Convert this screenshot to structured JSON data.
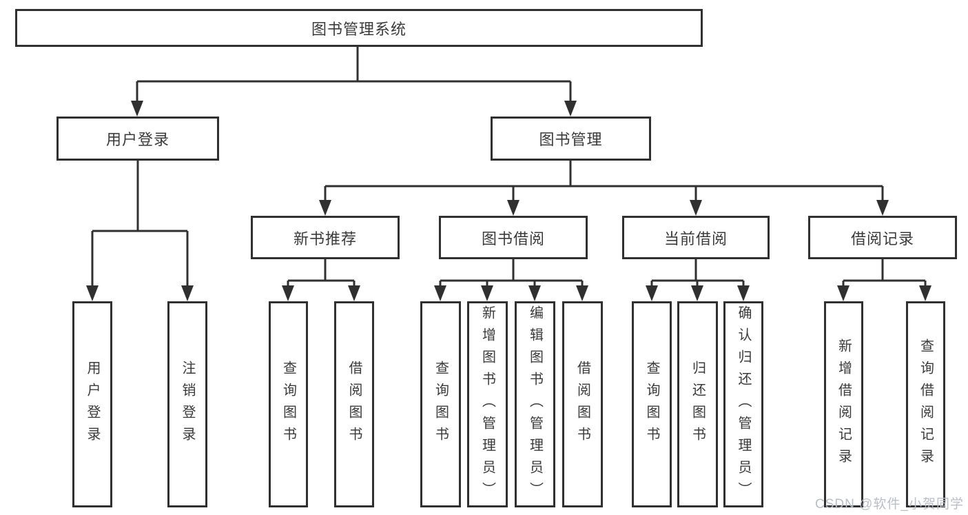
{
  "diagram": {
    "title": "图书管理系统",
    "branches": {
      "user_login": {
        "label": "用户登录",
        "children": [
          "用户登录",
          "注销登录"
        ]
      },
      "book_mgmt": {
        "label": "图书管理",
        "sections": {
          "new_book": {
            "label": "新书推荐",
            "children": [
              "查询图书",
              "借阅图书"
            ]
          },
          "book_borrow": {
            "label": "图书借阅",
            "children": [
              "查询图书",
              "新增图书（管理员）",
              "编辑图书（管理员）",
              "借阅图书"
            ]
          },
          "current_borrow": {
            "label": "当前借阅",
            "children": [
              "查询图书",
              "归还图书",
              "确认归还（管理员）"
            ]
          },
          "borrow_records": {
            "label": "借阅记录",
            "children": [
              "新增借阅记录",
              "查询借阅记录"
            ]
          }
        }
      }
    }
  },
  "watermark": {
    "text": "CSDN @软件_小贺同学"
  },
  "colors": {
    "line": "#303030",
    "text": "#3a3a3a",
    "watermark": "#b9bec8",
    "background": "#ffffff"
  }
}
